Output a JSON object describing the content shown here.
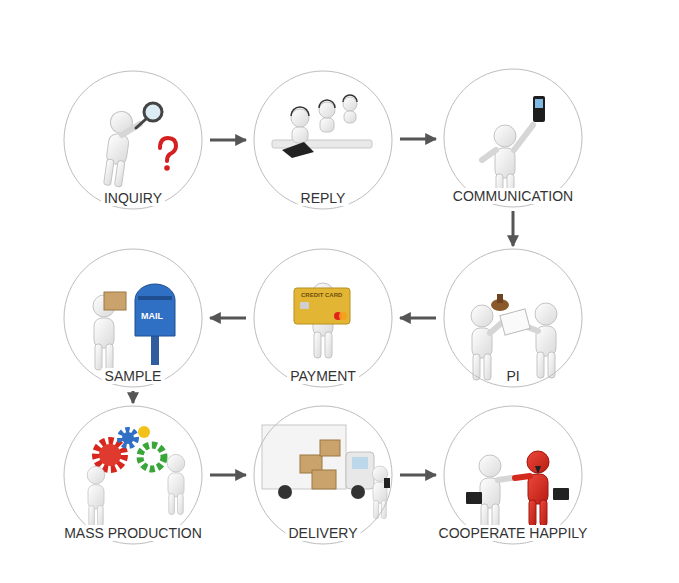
{
  "diagram": {
    "nodes": [
      {
        "text": [
          "INQUIRY"
        ]
      },
      {
        "text": [
          "REPLY"
        ]
      },
      {
        "text": [
          "COMMUNICATION"
        ]
      },
      {
        "text": [
          "SAMPLE"
        ]
      },
      {
        "text": [
          "PAYMENT"
        ]
      },
      {
        "text": [
          "PI"
        ]
      },
      {
        "text": [
          "MASS PRODUCTION"
        ]
      },
      {
        "text": [
          "DELIVERY"
        ]
      },
      {
        "text": [
          "COOPERATE HAPPILY"
        ]
      }
    ],
    "edges": [
      {
        "from": 0,
        "to": 1,
        "arrow": "to"
      },
      {
        "from": 1,
        "to": 2,
        "arrow": "to"
      },
      {
        "from": 2,
        "to": 5,
        "arrow": "to"
      },
      {
        "from": 5,
        "to": 4,
        "arrow": "to"
      },
      {
        "from": 4,
        "to": 3,
        "arrow": "to"
      },
      {
        "from": 3,
        "to": 6,
        "arrow": "to"
      },
      {
        "from": 6,
        "to": 7,
        "arrow": "to"
      },
      {
        "from": 7,
        "to": 8,
        "arrow": "to"
      }
    ],
    "labels": [
      "MAIL",
      "CREDIT CARD"
    ]
  }
}
